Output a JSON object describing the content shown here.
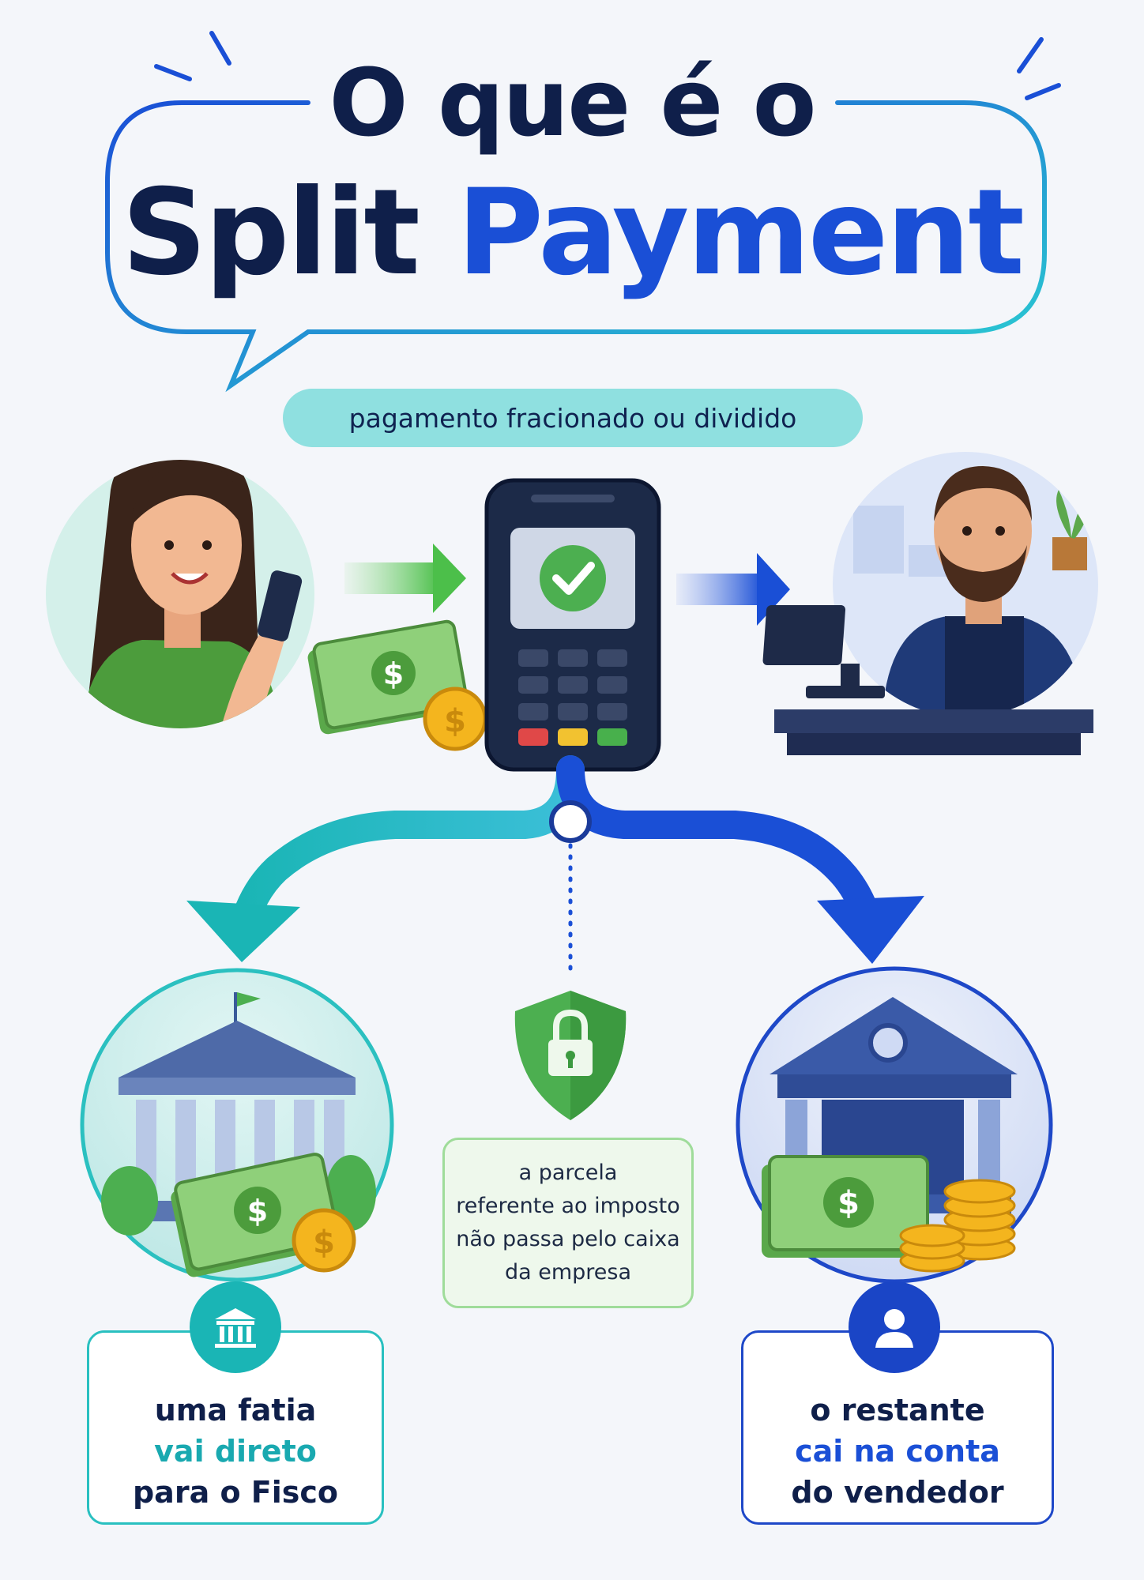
{
  "title": {
    "line1": "O que é o",
    "line2_part1": "Split",
    "line2_part2": "Payment"
  },
  "subtitle": "pagamento fracionado ou dividido",
  "center_note": {
    "lines": [
      "a parcela",
      "referente ao imposto",
      "não passa pelo caixa",
      "da empresa"
    ]
  },
  "left_caption": {
    "line1": "uma fatia",
    "line2": "vai direto",
    "line3": "para o Fisco"
  },
  "right_caption": {
    "line1": "o restante",
    "line2": "cai na conta",
    "line3": "do vendedor"
  },
  "icons": {
    "customer": "woman-phone-icon",
    "terminal": "card-terminal-icon",
    "check": "checkmark-icon",
    "merchant": "merchant-icon",
    "cash": "cash-icon",
    "coin": "dollar-coin-icon",
    "shield": "lock-shield-icon",
    "government": "government-building-icon",
    "bank": "bank-icon",
    "user": "user-icon"
  },
  "colors": {
    "dark_navy": "#0f1f4a",
    "brand_blue": "#1a4fd6",
    "teal": "#1ab5b5",
    "green": "#4caf50"
  }
}
